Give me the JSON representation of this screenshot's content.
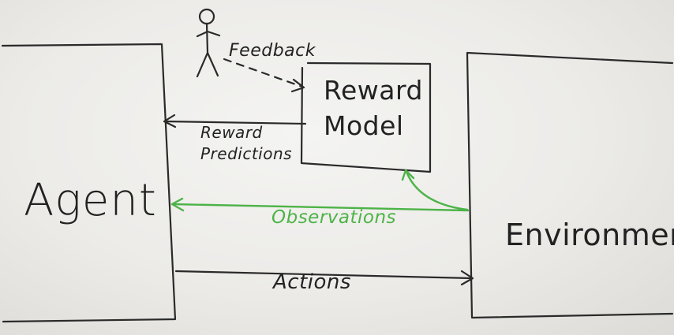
{
  "nodes": {
    "agent": "Agent",
    "environment": "Environment",
    "reward_model_line1": "Reward",
    "reward_model_line2": "Model"
  },
  "edges": {
    "feedback": "Feedback",
    "reward_predictions_line1": "Reward",
    "reward_predictions_line2": "Predictions",
    "observations": "Observations",
    "actions": "Actions"
  },
  "colors": {
    "ink": "#222222",
    "observations": "#4db347",
    "board": "#efefec"
  }
}
